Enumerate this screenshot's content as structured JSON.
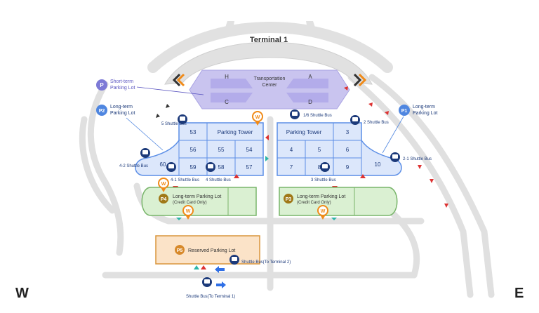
{
  "map": {
    "terminal_label": "Terminal 1",
    "transport_center": "Transportation\nCenter",
    "zones": {
      "H": "H",
      "A": "A",
      "C": "C",
      "D": "D"
    },
    "legend": {
      "short_term": {
        "badge": "P",
        "line1": "Short-term",
        "line2": "Parking Lot"
      },
      "p2": {
        "badge": "P2",
        "line1": "Long-term",
        "line2": "Parking Lot"
      },
      "p1": {
        "badge": "P1",
        "line1": "Long-term",
        "line2": "Parking Lot"
      }
    },
    "west_tower": {
      "title": "Parking Tower",
      "cells": [
        "53",
        "56",
        "55",
        "54",
        "59",
        "58",
        "57",
        "60"
      ]
    },
    "east_tower": {
      "title": "Parking Tower",
      "cells": [
        "3",
        "4",
        "5",
        "6",
        "7",
        "8",
        "9",
        "10"
      ]
    },
    "p4": {
      "badge": "P4",
      "line1": "Long-term Parking Lot",
      "line2": "(Credit Card Only)"
    },
    "p3": {
      "badge": "P3",
      "line1": "Long-term Parking Lot",
      "line2": "(Credit Card Only)"
    },
    "p5": {
      "badge": "P5",
      "label": "Reserved Parking Lot"
    },
    "shuttle_stops": {
      "s5": "5 Shuttle Bus",
      "s16": "1/6 Shuttle Bus",
      "s2": "2 Shuttle Bus",
      "s42": "4-2 Shuttle Bus",
      "s41": "4-1 Shuttle Bus",
      "s4": "4 Shuttle Bus",
      "s3": "3 Shuttle Bus",
      "s21": "2-1 Shuttle Bus",
      "s_t2": "Shuttle Bus(To Terminal 2)",
      "s_t1": "Shuttle Bus(To Terminal 1)"
    },
    "wash_icon_letter": "W",
    "compass": {
      "west": "W",
      "east": "E"
    },
    "colors": {
      "terminal": "#e1e1e1",
      "transport": "#c9c4ef",
      "tower": "#dce7fb",
      "tower_stroke": "#5b8ee6",
      "long_term": "#daf0d2",
      "long_term_stroke": "#79b56b",
      "reserved": "#fbe3c8",
      "reserved_stroke": "#d9953b",
      "road": "#e0e0e0",
      "navy": "#1c3a7a",
      "orange": "#f08a18"
    }
  }
}
